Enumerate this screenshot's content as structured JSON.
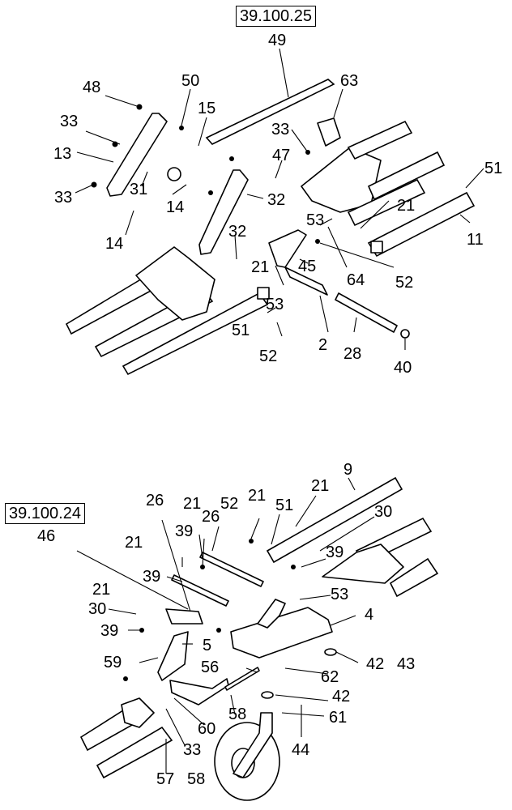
{
  "reference_boxes": {
    "top": "39.100.25",
    "bottom": "39.100.24"
  },
  "top_labels": [
    "49",
    "63",
    "48",
    "50",
    "15",
    "33",
    "13",
    "33",
    "31",
    "14",
    "14",
    "47",
    "32",
    "32",
    "33",
    "53",
    "51",
    "21",
    "11",
    "21",
    "45",
    "64",
    "52",
    "53",
    "51",
    "52",
    "2",
    "28",
    "40"
  ],
  "bottom_labels": [
    "9",
    "26",
    "21",
    "52",
    "21",
    "51",
    "21",
    "30",
    "26",
    "21",
    "39",
    "39",
    "46",
    "39",
    "53",
    "21",
    "30",
    "4",
    "39",
    "5",
    "59",
    "42",
    "43",
    "56",
    "62",
    "42",
    "60",
    "58",
    "61",
    "33",
    "44",
    "57",
    "58"
  ]
}
